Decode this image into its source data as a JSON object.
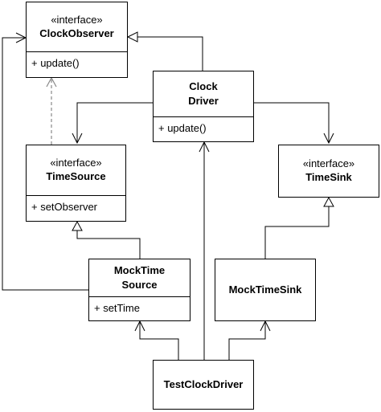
{
  "classes": {
    "clock_observer": {
      "stereotype": "«interface»",
      "name": "ClockObserver",
      "operations": [
        "+ update()"
      ]
    },
    "clock_driver": {
      "name_line1": "Clock",
      "name_line2": "Driver",
      "operations": [
        "+ update()"
      ]
    },
    "time_source": {
      "stereotype": "«interface»",
      "name": "TimeSource",
      "operations": [
        "+ setObserver"
      ]
    },
    "time_sink": {
      "stereotype": "«interface»",
      "name": "TimeSink"
    },
    "mock_time_source": {
      "name_line1": "MockTime",
      "name_line2": "Source",
      "operations": [
        "+ setTime"
      ]
    },
    "mock_time_sink": {
      "name": "MockTimeSink"
    },
    "test_clock_driver": {
      "name": "TestClockDriver"
    }
  }
}
